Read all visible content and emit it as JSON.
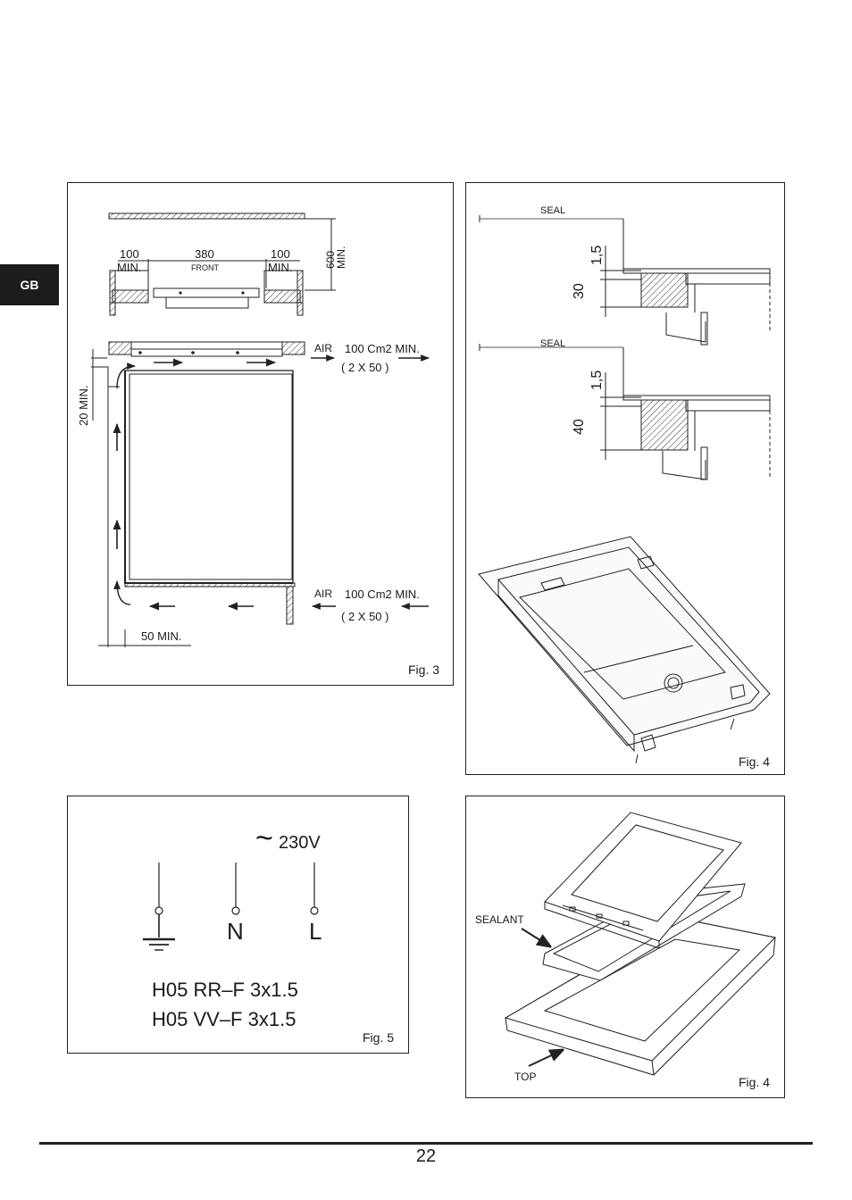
{
  "tab": {
    "label": "GB"
  },
  "fig3": {
    "label": "Fig. 3",
    "dims": {
      "left": "100",
      "center": "380",
      "right": "100",
      "min": "MIN.",
      "front": "FRONT",
      "depth": "600",
      "depth_min": "MIN."
    },
    "side_min": "20  MIN.",
    "bottom_min": "50  MIN.",
    "air_top": {
      "air": "AIR",
      "area": "100 Cm2  MIN.",
      "split": "( 2 X 50 )"
    },
    "air_bottom": {
      "air": "AIR",
      "area": "100 Cm2  MIN.",
      "split": "( 2 X 50 )"
    }
  },
  "fig4a": {
    "label": "Fig. 4",
    "detail1": {
      "seal": "SEAL",
      "gap": "1,5",
      "thickness": "30"
    },
    "detail2": {
      "seal": "SEAL",
      "gap": "1,5",
      "thickness": "40"
    }
  },
  "fig5": {
    "label": "Fig. 5",
    "voltage_symbol": "~",
    "voltage": "230V",
    "neutral": "N",
    "live": "L",
    "cable1": "H05  RR–F  3x1.5",
    "cable2": "H05  VV–F  3x1.5"
  },
  "fig4b": {
    "label": "Fig. 4",
    "sealant": "SEALANT",
    "top": "TOP"
  },
  "page": {
    "number": "22"
  }
}
